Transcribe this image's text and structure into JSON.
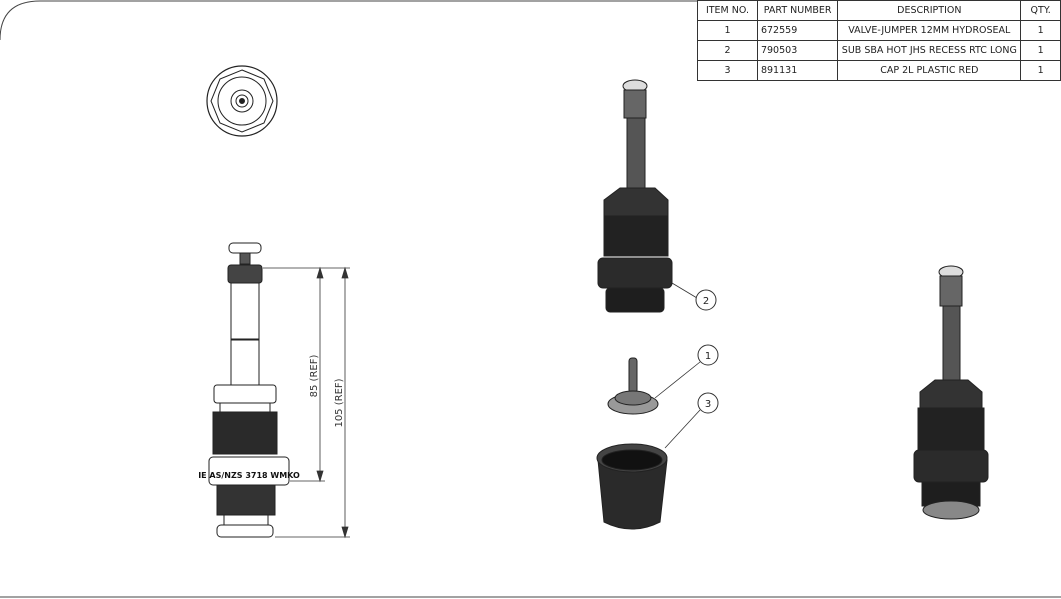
{
  "bom": {
    "headers": [
      "ITEM NO.",
      "PART NUMBER",
      "DESCRIPTION",
      "QTY."
    ],
    "rows": [
      {
        "item": "1",
        "part": "672559",
        "description": "VALVE-JUMPER 12MM  HYDROSEAL",
        "qty": "1"
      },
      {
        "item": "2",
        "part": "790503",
        "description": "SUB SBA HOT JHS RECESS RTC LONG",
        "qty": "1"
      },
      {
        "item": "3",
        "part": "891131",
        "description": "CAP 2L PLASTIC RED",
        "qty": "1"
      }
    ]
  },
  "dimensions": {
    "d1": "85 (REF)",
    "d2": "105 (REF)"
  },
  "balloons": {
    "b1": "1",
    "b2": "2",
    "b3": "3"
  },
  "engraving": "IE AS/NZS 3718 WMKO"
}
